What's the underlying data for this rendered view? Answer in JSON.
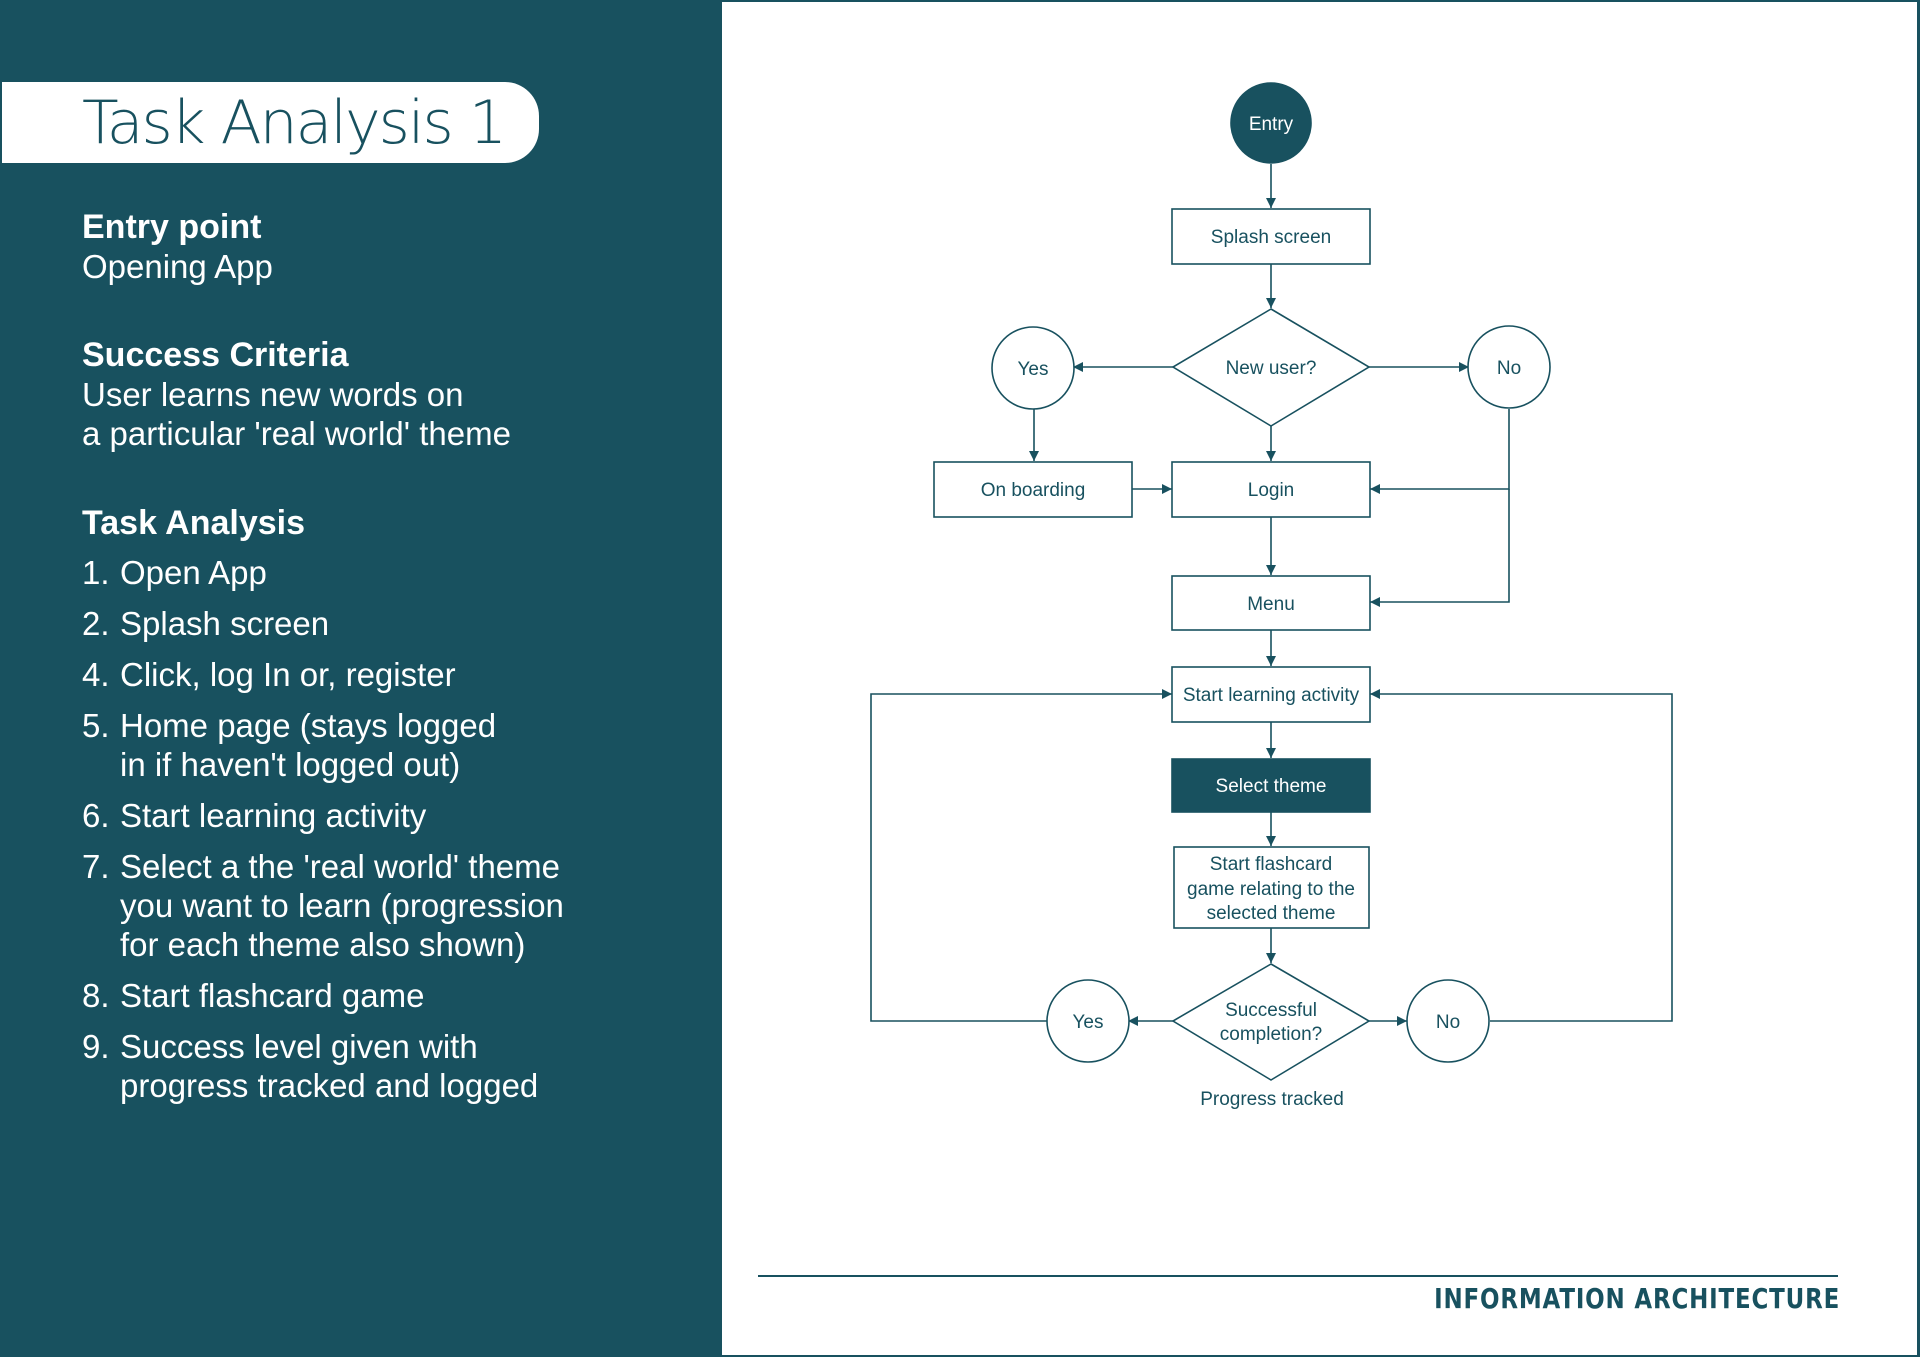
{
  "left": {
    "title": "Task Analysis 1",
    "entry_heading": "Entry point",
    "entry_body": "Opening App",
    "success_heading": "Success Criteria",
    "success_line1": "User learns new words on",
    "success_line2": "a particular 'real world' theme",
    "task_heading": "Task Analysis",
    "tasks": [
      {
        "num": "1.",
        "line1": "Open App",
        "line2": "",
        "line3": ""
      },
      {
        "num": "2.",
        "line1": "Splash screen",
        "line2": "",
        "line3": ""
      },
      {
        "num": "4.",
        "line1": "Click, log In or, register",
        "line2": "",
        "line3": ""
      },
      {
        "num": "5.",
        "line1": "Home page (stays logged",
        "line2": "in if haven't logged out)",
        "line3": ""
      },
      {
        "num": "6.",
        "line1": "Start learning activity",
        "line2": "",
        "line3": ""
      },
      {
        "num": "7.",
        "line1": "Select a the 'real world' theme",
        "line2": "you want to learn (progression",
        "line3": "for each theme also shown)"
      },
      {
        "num": "8.",
        "line1": "Start flashcard game",
        "line2": "",
        "line3": ""
      },
      {
        "num": "9.",
        "line1": "Success level given with",
        "line2": "progress tracked and logged",
        "line3": ""
      }
    ]
  },
  "flow": {
    "entry": "Entry",
    "splash": "Splash screen",
    "new_user": "New user?",
    "yes1": "Yes",
    "no1": "No",
    "onboarding": "On boarding",
    "login": "Login",
    "menu": "Menu",
    "start_learning": "Start learning activity",
    "select_theme": "Select theme",
    "flashcard_line1": "Start flashcard",
    "flashcard_line2": "game relating to the",
    "flashcard_line3": "selected theme",
    "success_line1": "Successful",
    "success_line2": "completion?",
    "yes2": "Yes",
    "no2": "No",
    "progress": "Progress tracked"
  },
  "footer": {
    "label": "INFORMATION ARCHITECTURE"
  },
  "colors": {
    "teal": "#18515F",
    "white": "#FFFFFF"
  }
}
